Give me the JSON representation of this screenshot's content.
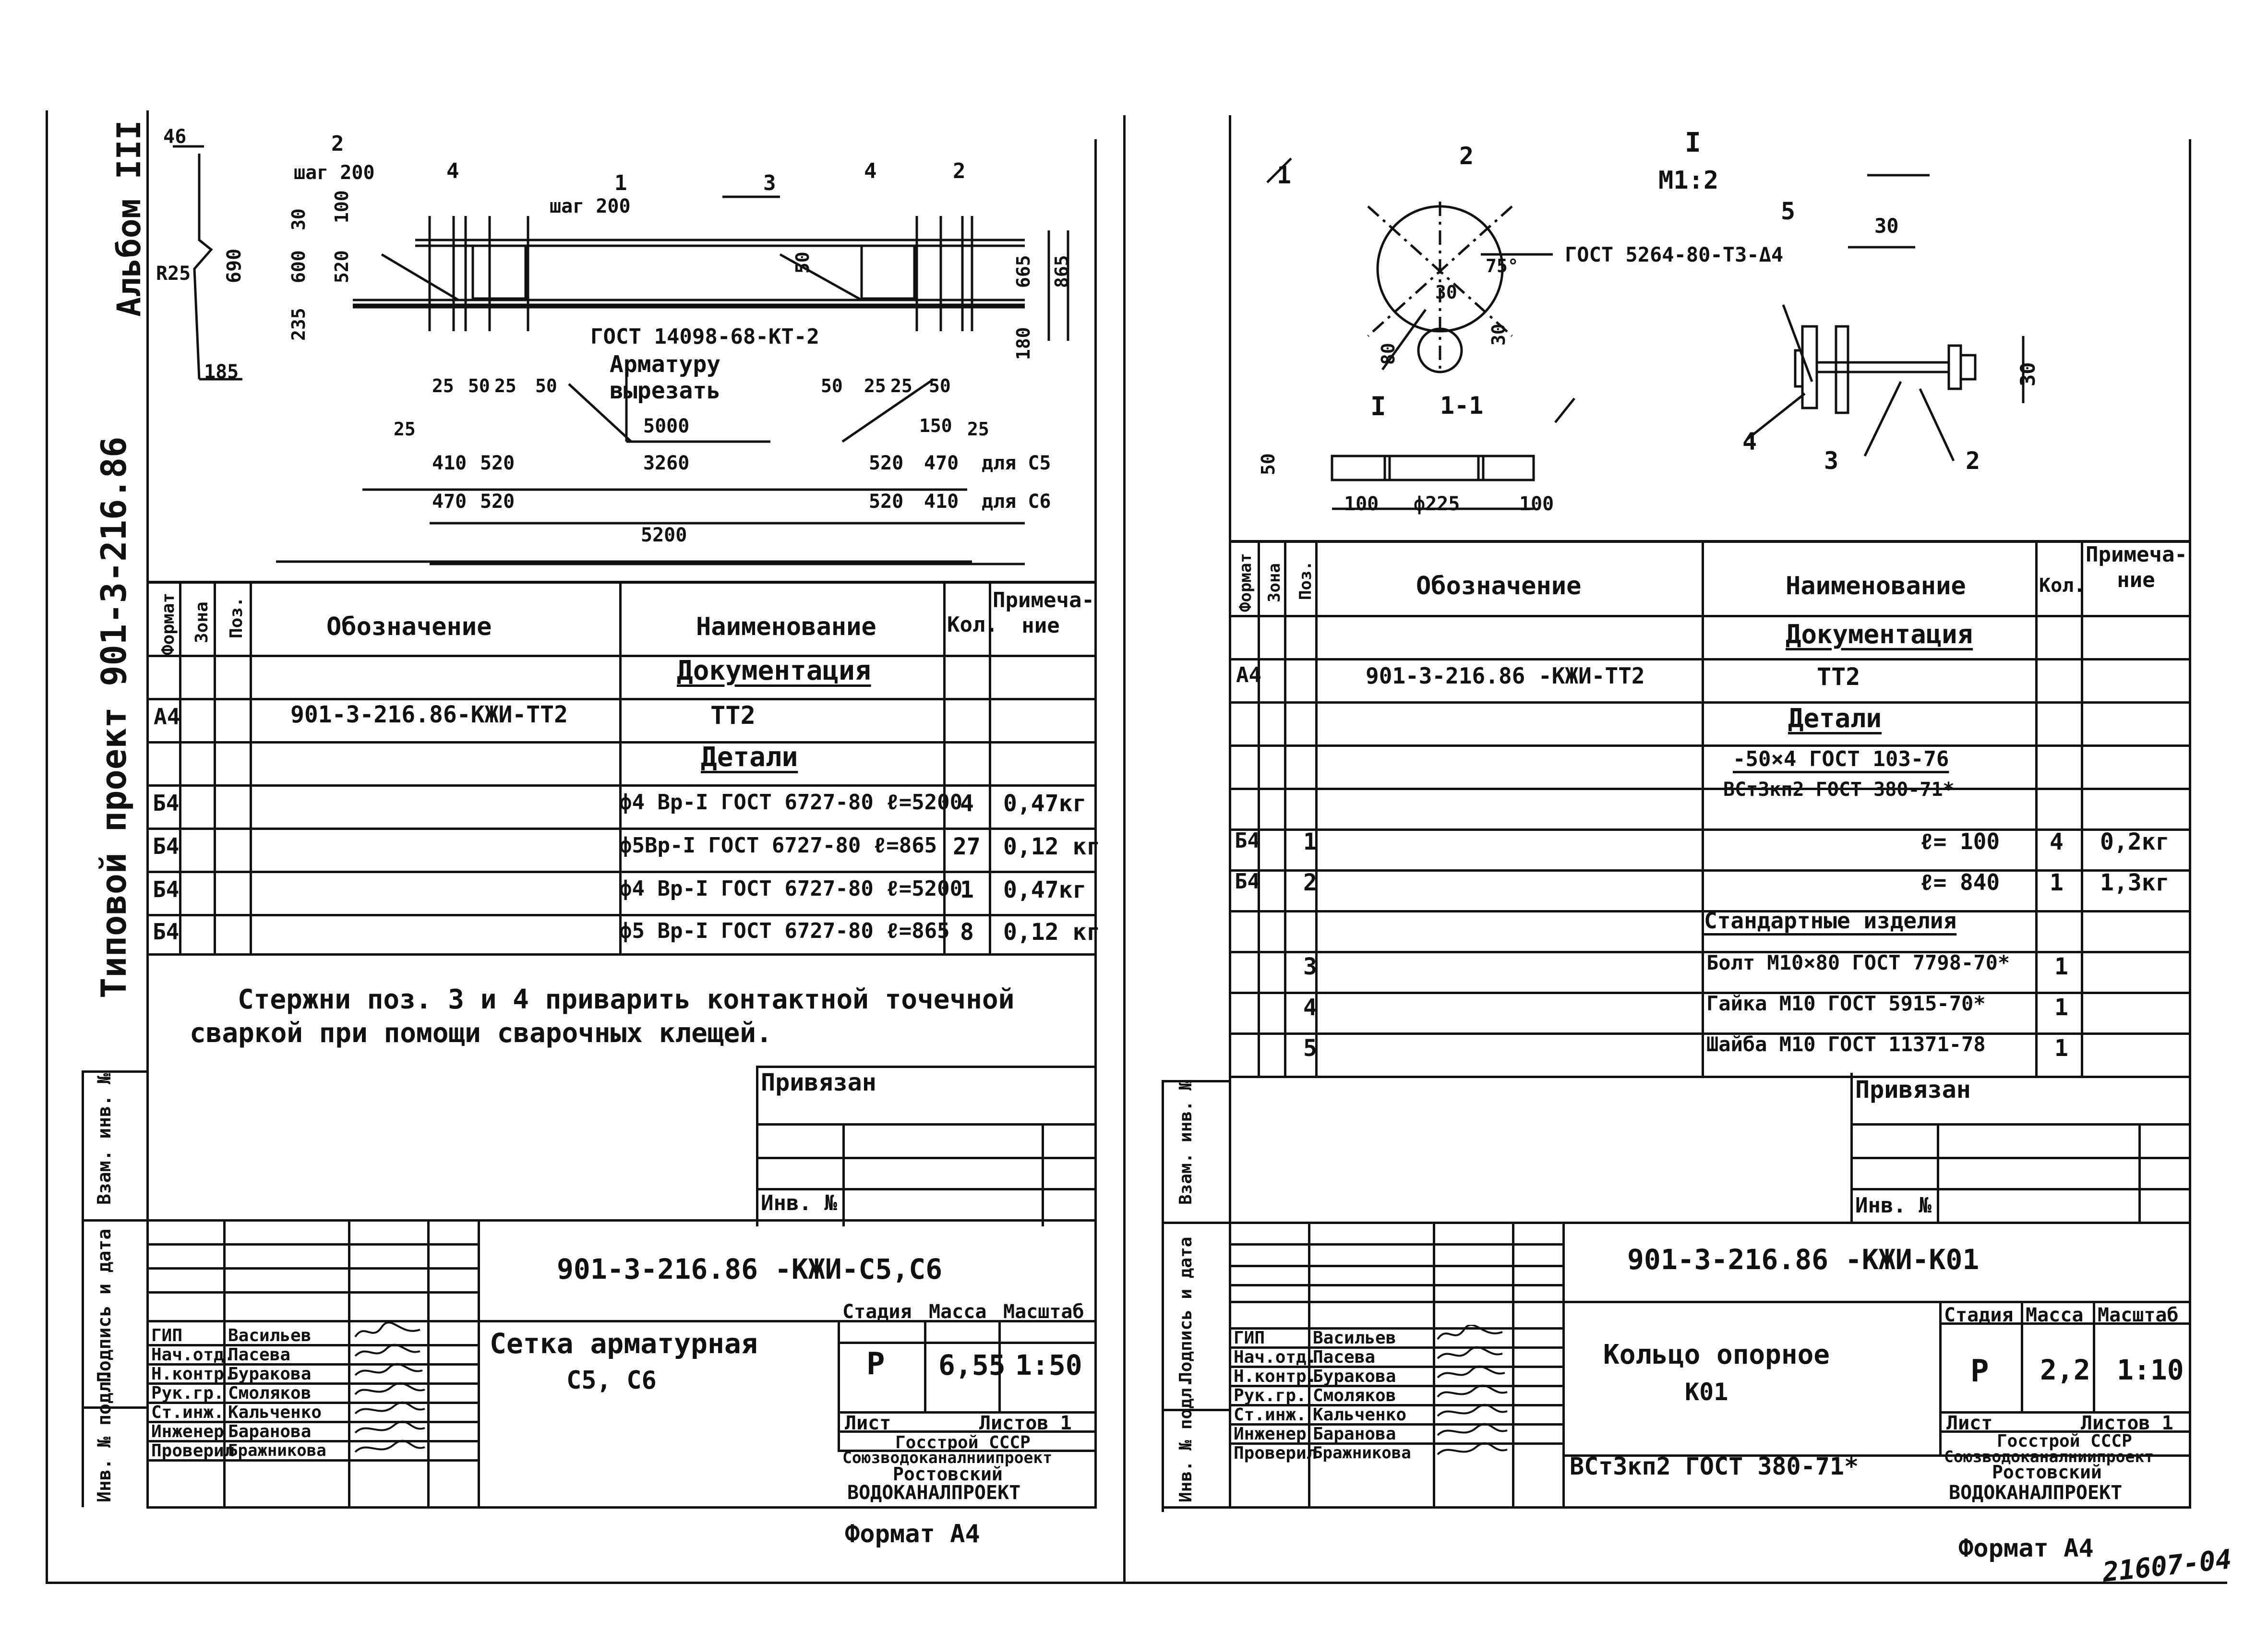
{
  "sheet_left": {
    "side_title": "Типовой проект 901-3-216.86",
    "album": "Альбом III",
    "drawing": {
      "dims_top": [
        "46",
        "R25",
        "690",
        "185",
        "шаг 200",
        "шаг 200",
        "1",
        "2",
        "3",
        "4",
        "4",
        "2",
        "30",
        "100",
        "600",
        "520",
        "235",
        "50",
        "665",
        "865",
        "180"
      ],
      "note_gost": "ГОСТ 14098-68-КТ-2",
      "note_cut_1": "Арматуру",
      "note_cut_2": "вырезать",
      "dims_bottom_1": [
        "25",
        "50",
        "25",
        "50",
        "50",
        "25",
        "25",
        "50"
      ],
      "dim_25_left": "25",
      "dim_25_right": "25",
      "dim_5000": "5000",
      "dim_150": "150",
      "row_c5": [
        "410",
        "520",
        "3260",
        "520",
        "470"
      ],
      "label_c5": "для С5",
      "row_c6": [
        "470",
        "520",
        "520",
        "410"
      ],
      "label_c6": "для С6",
      "dim_5200": "5200"
    },
    "spec_headers": [
      "Формат",
      "Зона",
      "Поз.",
      "Обозначение",
      "Наименование",
      "Кол.",
      "Примеча-ние"
    ],
    "spec_rows": [
      {
        "format": "",
        "oboz": "",
        "name": "Документация",
        "kol": "",
        "prim": "",
        "underline": true
      },
      {
        "format": "А4",
        "oboz": "901-3-216.86-КЖИ-ТТ2",
        "name": "ТТ2",
        "kol": "",
        "prim": ""
      },
      {
        "format": "",
        "oboz": "",
        "name": "Детали",
        "kol": "",
        "prim": "",
        "underline": true
      },
      {
        "format": "Б4",
        "oboz": "",
        "name": "ф4 Вр-I ГОСТ 6727-80 ℓ=5200",
        "kol": "4",
        "prim": "0,47кг"
      },
      {
        "format": "Б4",
        "oboz": "",
        "name": "ф5Вр-I ГОСТ 6727-80 ℓ=865",
        "kol": "27",
        "prim": "0,12 кг"
      },
      {
        "format": "Б4",
        "oboz": "",
        "name": "ф4 Вр-I ГОСТ 6727-80 ℓ=5200",
        "kol": "1",
        "prim": "0,47кг"
      },
      {
        "format": "Б4",
        "oboz": "",
        "name": "ф5 Вр-I ГОСТ 6727-80 ℓ=865",
        "kol": "8",
        "prim": "0,12 кг"
      }
    ],
    "note_line1": "Стержни поз. 3 и 4 приварить контактной точечной",
    "note_line2": "сваркой при помощи сварочных клещей.",
    "privyazan": "Привязан",
    "inv_no": "Инв. №",
    "left_stamp_labels": [
      "Взам. инв. №",
      "Подпись и дата",
      "Инв. № подл."
    ],
    "doc_code": "901-3-216.86 -КЖИ-С5,С6",
    "title_1": "Сетка арматурная",
    "title_2": "С5, С6",
    "staff_roles": [
      "ГИП",
      "Нач.отд.",
      "Н.контр.",
      "Рук.гр.",
      "Ст.инж.",
      "Инженер",
      "Проверил"
    ],
    "staff_names": [
      "Васильев",
      "Пасева",
      "Буракова",
      "Смоляков",
      "Кальченко",
      "Баранова",
      "Бражникова"
    ],
    "stadiya_label": "Стадия",
    "massa_label": "Масса",
    "masshtab_label": "Масштаб",
    "stadiya": "Р",
    "massa": "6,55",
    "masshtab": "1:50",
    "list_label": "Лист",
    "listov_label": "Листов 1",
    "org_1": "Госстрой СССР",
    "org_2": "Союзводоканалниипроект",
    "org_3": "Ростовский",
    "org_4": "ВОДОКАНАЛПРОЕКТ",
    "format": "Формат А4"
  },
  "sheet_right": {
    "drawing": {
      "section_mark": "I",
      "section_scale": "М1:2",
      "label_1": "1",
      "label_2": "2",
      "gost_5264": "ГОСТ 5264-80-Т3-Δ4",
      "angle": "75°",
      "dim_30a": "30",
      "dim_30b": "30",
      "dim_80": "80",
      "view_I": "I",
      "view_11": "1-1",
      "dim_50": "50",
      "dim_100a": "100",
      "dim_225": "ф225",
      "dim_100b": "100",
      "pos_5": "5",
      "dim_30c": "30",
      "dim_30d": "30",
      "pos_4": "4",
      "pos_3": "3",
      "pos_2": "2"
    },
    "spec_headers": [
      "Формат",
      "Зона",
      "Поз.",
      "Обозначение",
      "Наименование",
      "Кол.",
      "Примеча-ние"
    ],
    "spec_rows": [
      {
        "format": "",
        "pos": "",
        "oboz": "",
        "name": "Документация",
        "kol": "",
        "prim": "",
        "underline": true
      },
      {
        "format": "А4",
        "pos": "",
        "oboz": "901-3-216.86 -КЖИ-ТТ2",
        "name": "ТТ2",
        "kol": "",
        "prim": ""
      },
      {
        "format": "",
        "pos": "",
        "oboz": "",
        "name": "Детали",
        "kol": "",
        "prim": "",
        "underline": true
      },
      {
        "format": "",
        "pos": "",
        "oboz": "",
        "name": "-50×4 ГОСТ 103-76",
        "kol": "",
        "prim": ""
      },
      {
        "format": "",
        "pos": "",
        "oboz": "",
        "name": "ВСт3кп2 ГОСТ 380-71*",
        "kol": "",
        "prim": ""
      },
      {
        "format": "Б4",
        "pos": "1",
        "oboz": "",
        "name": "ℓ= 100",
        "kol": "4",
        "prim": "0,2кг"
      },
      {
        "format": "Б4",
        "pos": "2",
        "oboz": "",
        "name": "ℓ= 840",
        "kol": "1",
        "prim": "1,3кг"
      },
      {
        "format": "",
        "pos": "",
        "oboz": "",
        "name": "Стандартные изделия",
        "kol": "",
        "prim": "",
        "underline": true
      },
      {
        "format": "",
        "pos": "3",
        "oboz": "",
        "name": "Болт М10×80 ГОСТ 7798-70*",
        "kol": "1",
        "prim": ""
      },
      {
        "format": "",
        "pos": "4",
        "oboz": "",
        "name": "Гайка М10 ГОСТ 5915-70*",
        "kol": "1",
        "prim": ""
      },
      {
        "format": "",
        "pos": "5",
        "oboz": "",
        "name": "Шайба М10 ГОСТ 11371-78",
        "kol": "1",
        "prim": ""
      }
    ],
    "privyazan": "Привязан",
    "inv_no": "Инв. №",
    "left_stamp_labels": [
      "Взам. инв. №",
      "Подпись и дата",
      "Инв. № подл."
    ],
    "doc_code": "901-3-216.86 -КЖИ-К01",
    "title_1": "Кольцо опорное",
    "title_2": "К01",
    "material": "ВСт3кп2 ГОСТ 380-71*",
    "staff_roles": [
      "ГИП",
      "Нач.отд.",
      "Н.контр.",
      "Рук.гр.",
      "Ст.инж.",
      "Инженер",
      "Проверил"
    ],
    "staff_names": [
      "Васильев",
      "Пасева",
      "Буракова",
      "Смоляков",
      "Кальченко",
      "Баранова",
      "Бражникова"
    ],
    "stadiya_label": "Стадия",
    "massa_label": "Масса",
    "masshtab_label": "Масштаб",
    "stadiya": "Р",
    "massa": "2,2",
    "masshtab": "1:10",
    "list_label": "Лист",
    "listov_label": "Листов 1",
    "org_1": "Госстрой СССР",
    "org_2": "Союзводоканалниипроект",
    "org_3": "Ростовский",
    "org_4": "ВОДОКАНАЛПРОЕКТ",
    "format": "Формат А4"
  },
  "archive_number": "21607-04"
}
